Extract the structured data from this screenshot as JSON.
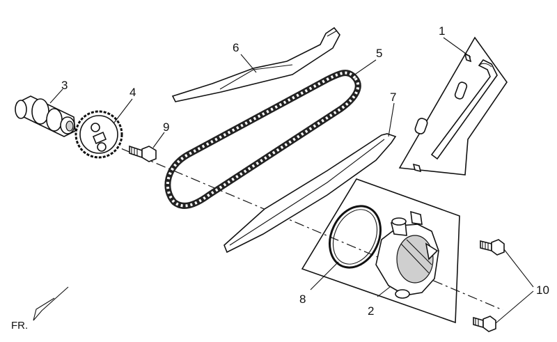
{
  "callouts": [
    {
      "id": "1",
      "text": "1"
    },
    {
      "id": "2",
      "text": "2"
    },
    {
      "id": "3",
      "text": "3"
    },
    {
      "id": "4",
      "text": "4"
    },
    {
      "id": "5",
      "text": "5"
    },
    {
      "id": "6",
      "text": "6"
    },
    {
      "id": "7",
      "text": "7"
    },
    {
      "id": "8",
      "text": "8"
    },
    {
      "id": "9",
      "text": "9"
    },
    {
      "id": "10",
      "text": "10"
    }
  ],
  "direction_label": "FR."
}
